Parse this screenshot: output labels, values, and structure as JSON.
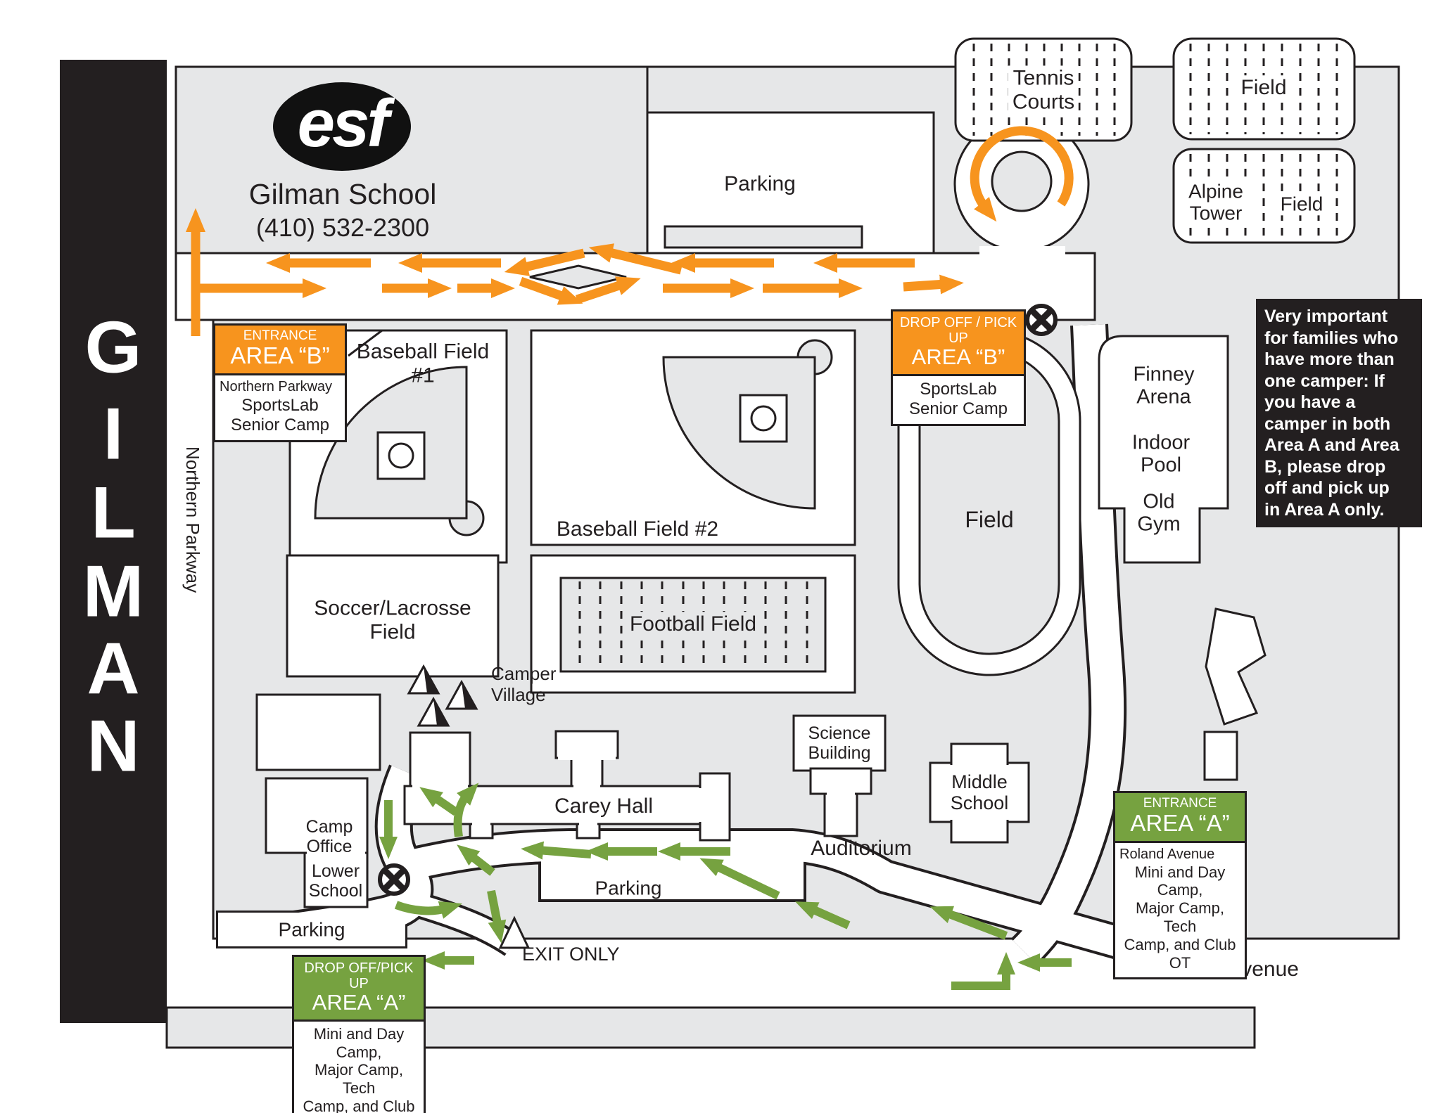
{
  "map": {
    "school": {
      "logo": "esf",
      "name": "Gilman School",
      "phone": "(410) 532-2300"
    },
    "banner": {
      "letters": [
        "G",
        "I",
        "L",
        "M",
        "A",
        "N"
      ]
    },
    "streets": {
      "northern_parkway": "Northern Parkway",
      "roland_avenue": "Roland Avenue"
    },
    "notice": "Very important\nfor families who\nhave more than\none camper: If\nyou have a\ncamper in both\nArea A and Area\nB, please drop\noff and pick up\nin Area A only.",
    "signs": {
      "entrance_b": {
        "type": "ENTRANCE",
        "area": "AREA “B”",
        "street": "Northern Parkway",
        "camps": "SportsLab\nSenior Camp"
      },
      "dropoff_b": {
        "type": "DROP OFF / PICK UP",
        "area": "AREA “B”",
        "camps": "SportsLab\nSenior Camp"
      },
      "entrance_a": {
        "type": "ENTRANCE",
        "area": "AREA “A”",
        "street": "Roland Avenue",
        "camps": "Mini and Day Camp,\nMajor Camp, Tech\nCamp, and Club OT"
      },
      "dropoff_a": {
        "type": "DROP OFF/PICK UP",
        "area": "AREA “A”",
        "camps": "Mini and Day Camp,\nMajor Camp, Tech\nCamp, and Club OT"
      }
    },
    "labels": {
      "tennis_courts": "Tennis\nCourts",
      "field_top": "Field",
      "alpine_tower": "Alpine\nTower",
      "field_right": "Field",
      "parking_top": "Parking",
      "baseball_1": "Baseball Field\n#1",
      "baseball_2": "Baseball Field #2",
      "soccer": "Soccer/Lacrosse\nField",
      "football": "Football Field",
      "track": "Field",
      "finney": "Finney\nArena",
      "indoor_pool": "Indoor\nPool",
      "old_gym": "Old\nGym",
      "science": "Science\nBuilding",
      "middle_school": "Middle\nSchool",
      "carey_hall": "Carey Hall",
      "auditorium": "Auditorium",
      "camp_office": "Camp\nOffice",
      "lower_school": "Lower\nSchool",
      "camper_village": "Camper\nVillage",
      "parking_mid": "Parking",
      "parking_left": "Parking",
      "exit_only": "EXIT ONLY"
    },
    "colors": {
      "area_a_green": "#76A240",
      "area_b_orange": "#F7941E",
      "campus_gray": "#E6E7E8",
      "ink_black": "#231F20"
    }
  }
}
